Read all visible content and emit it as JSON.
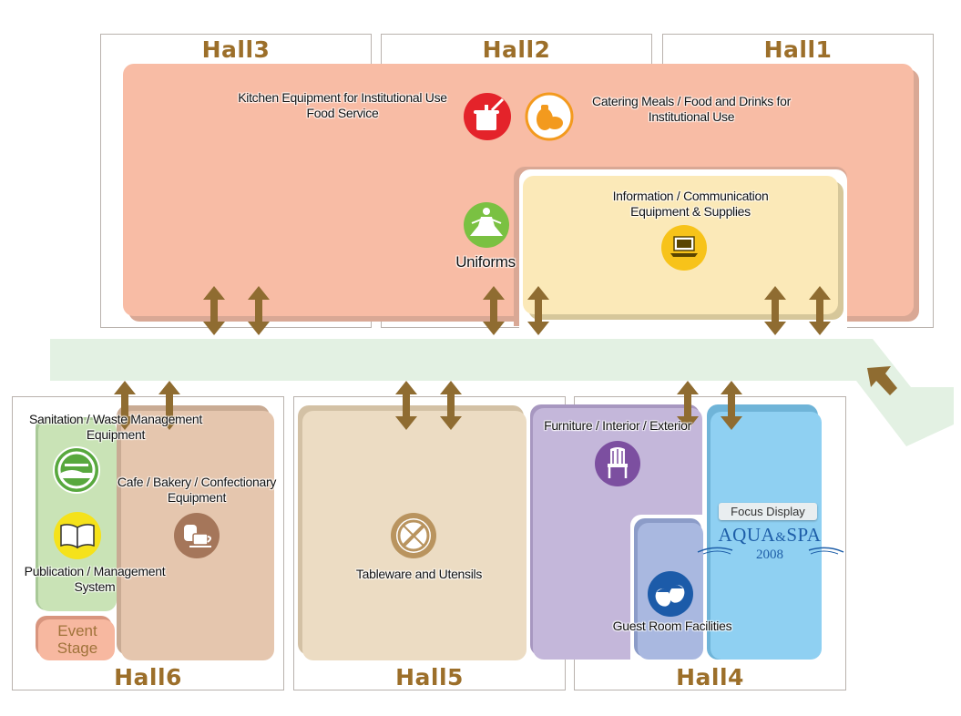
{
  "halls": {
    "hall1": "Hall1",
    "hall2": "Hall2",
    "hall3": "Hall3",
    "hall4": "Hall4",
    "hall5": "Hall5",
    "hall6": "Hall6"
  },
  "zones": {
    "kitchen": "Kitchen Equipment for Institutional Use\nFood Service",
    "catering": "Catering Meals / Food and Drinks for\nInstitutional Use",
    "information": "Information / Communication\nEquipment & Supplies",
    "uniforms": "Uniforms",
    "sanitation": "Sanitation / Waste Management\nEquipment",
    "cafe": "Cafe / Bakery / Confectionary\nEquipment",
    "publication": "Publication / Management\nSystem",
    "event_stage": "Event\nStage",
    "tableware": "Tableware and Utensils",
    "furniture": "Furniture / Interior / Exterior",
    "guest_room": "Guest Room Facilities"
  },
  "focus_display": {
    "label": "Focus Display",
    "logo_line1": "AQUA",
    "logo_amp": "&",
    "logo_line2": "SPA",
    "logo_year": "2008"
  },
  "colors": {
    "hall_title": "#9c6f2a",
    "food_zone": "#f8bca5",
    "info_zone": "#fbe9b8",
    "corridor": "#e3f1e3",
    "arrow": "#8f6c31",
    "sanitation_zone": "#c9e3b6",
    "cafe_zone": "#e5c6ae",
    "tableware_zone": "#ecdcc3",
    "furniture_zone": "#c4b7da",
    "guest_zone": "#a9b8e0",
    "aqua_zone": "#8fd0f2",
    "event_zone": "#f7b8a0"
  },
  "icons": {
    "kitchen": "cooking-pot-icon",
    "catering": "food-icon",
    "uniforms": "apron-icon",
    "information": "laptop-icon",
    "sanitation": "recycle-hand-icon",
    "publication": "book-icon",
    "cafe": "bread-cup-icon",
    "tableware": "no-cutlery-icon",
    "furniture": "chair-icon",
    "guest_room": "slippers-icon"
  }
}
